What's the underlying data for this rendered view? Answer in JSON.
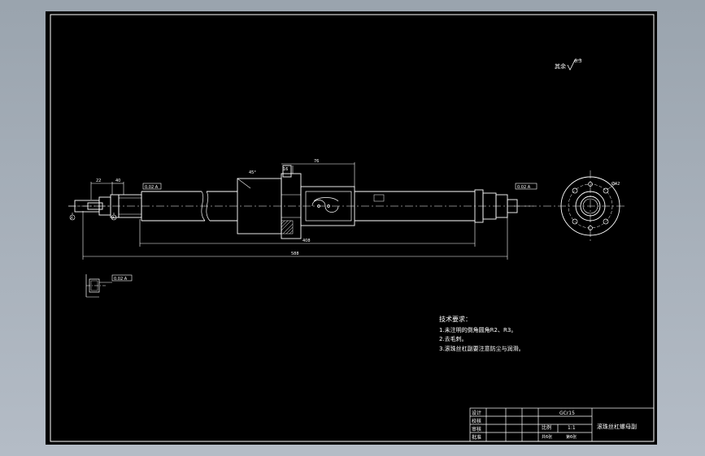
{
  "drawing": {
    "roughness_note": "其余",
    "roughness_value": "6.3",
    "flange_angle": "45°",
    "dims": {
      "nut_length": "76",
      "flange_thickness": "16",
      "thread_length": "408",
      "overall_length": "588",
      "end_a": "22",
      "end_b": "40",
      "right_dia": "Ø42"
    },
    "tolerance_left": "0.02 A",
    "tolerance_right": "0.02 A",
    "detail_tolerance": "0.02 A",
    "datum": "A"
  },
  "notes": {
    "heading": "技术要求：",
    "items": [
      "1.未注明的倒角圆角R2、R3。",
      "2.去毛刺。",
      "3.滚珠丝杠副要注意防尘与润滑。"
    ]
  },
  "title_block": {
    "material": "GCr15",
    "name": "滚珠丝杠螺母副",
    "scale_label": "比例",
    "scale_value": "1:1",
    "sheets_total": "共6张",
    "sheet_no": "第6张",
    "design_label": "设计",
    "check_label": "校核",
    "review_label": "审核",
    "approve_label": "批准"
  },
  "colors": {
    "background": "#000000",
    "line": "#ffffff",
    "viewport": "#a3acb6"
  }
}
